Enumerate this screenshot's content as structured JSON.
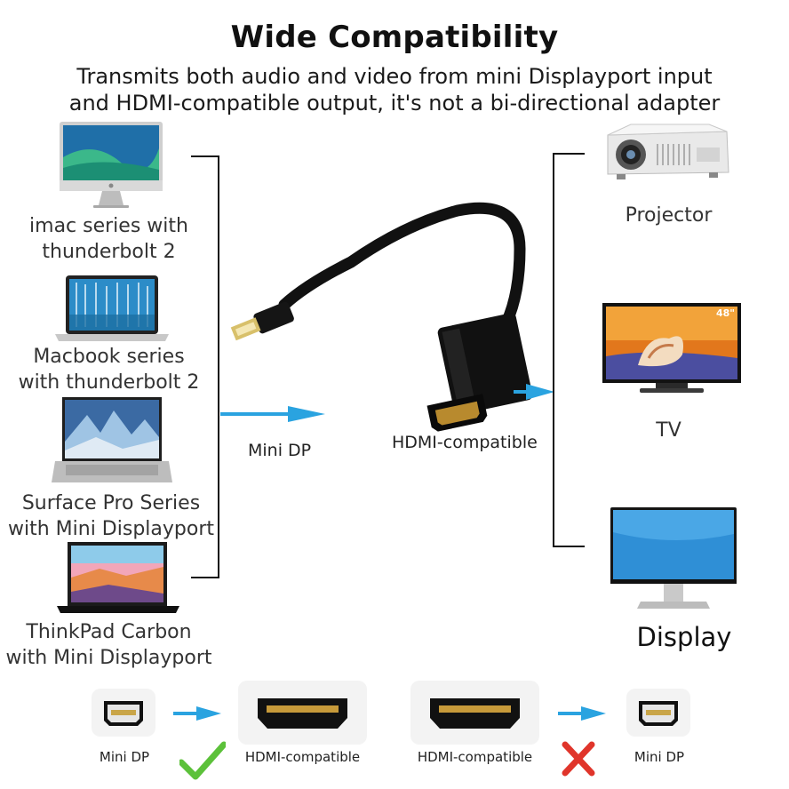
{
  "header": {
    "title": "Wide Compatibility",
    "subtitle_line1": "Transmits both audio and video from mini Displayport input",
    "subtitle_line2": "and HDMI-compatible output, it's not a bi-directional adapter"
  },
  "sources": [
    {
      "line1": "imac series with",
      "line2": "thunderbolt 2",
      "icon": "imac-icon"
    },
    {
      "line1": "Macbook series",
      "line2": "with thunderbolt 2",
      "icon": "macbook-icon"
    },
    {
      "line1": "Surface Pro Series",
      "line2": "with Mini Displayport",
      "icon": "surface-laptop-icon"
    },
    {
      "line1": "ThinkPad Carbon",
      "line2": "with Mini Displayport",
      "icon": "thinkpad-icon"
    }
  ],
  "adapter": {
    "input_label": "Mini DP",
    "output_label": "HDMI-compatible"
  },
  "outputs": [
    {
      "label": "Projector",
      "icon": "projector-icon"
    },
    {
      "label": "TV",
      "icon": "tv-icon",
      "badge": "48\""
    },
    {
      "label": "Display",
      "icon": "monitor-icon"
    }
  ],
  "direction": {
    "supported": {
      "from": "Mini DP",
      "to": "HDMI-compatible",
      "status_icon": "check-icon",
      "color": "#5cc13a"
    },
    "unsupported": {
      "from": "HDMI-compatible",
      "to": "Mini DP",
      "status_icon": "cross-icon",
      "color": "#e0352b"
    }
  },
  "colors": {
    "arrow": "#2aa3e0",
    "bracket": "#111111"
  }
}
